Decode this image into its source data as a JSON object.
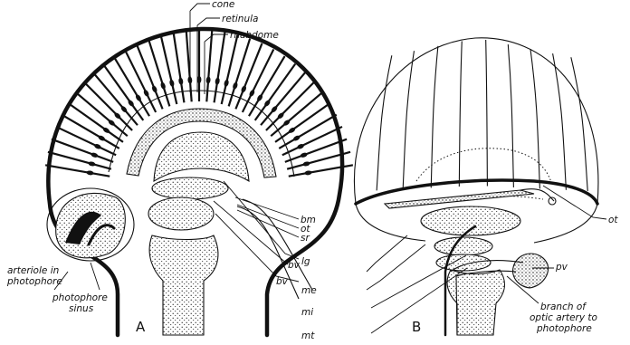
{
  "labels": {
    "cone": "cone",
    "retinula": "retinula",
    "rhabdome": "rhabdome",
    "bm": "bm",
    "ot_a": "ot",
    "sr": "sr",
    "bv1": "bv",
    "bv2": "bv",
    "lg": "lg",
    "me": "me",
    "mi": "mi",
    "mt": "mt",
    "ot_b": "ot",
    "pv": "pv",
    "arteriole": [
      "arteriole in",
      "photophore"
    ],
    "sinus": [
      "photophore",
      "sinus"
    ],
    "branch": [
      "branch of",
      "optic artery to",
      "photophore"
    ]
  },
  "panels": {
    "a": "A",
    "b": "B"
  }
}
